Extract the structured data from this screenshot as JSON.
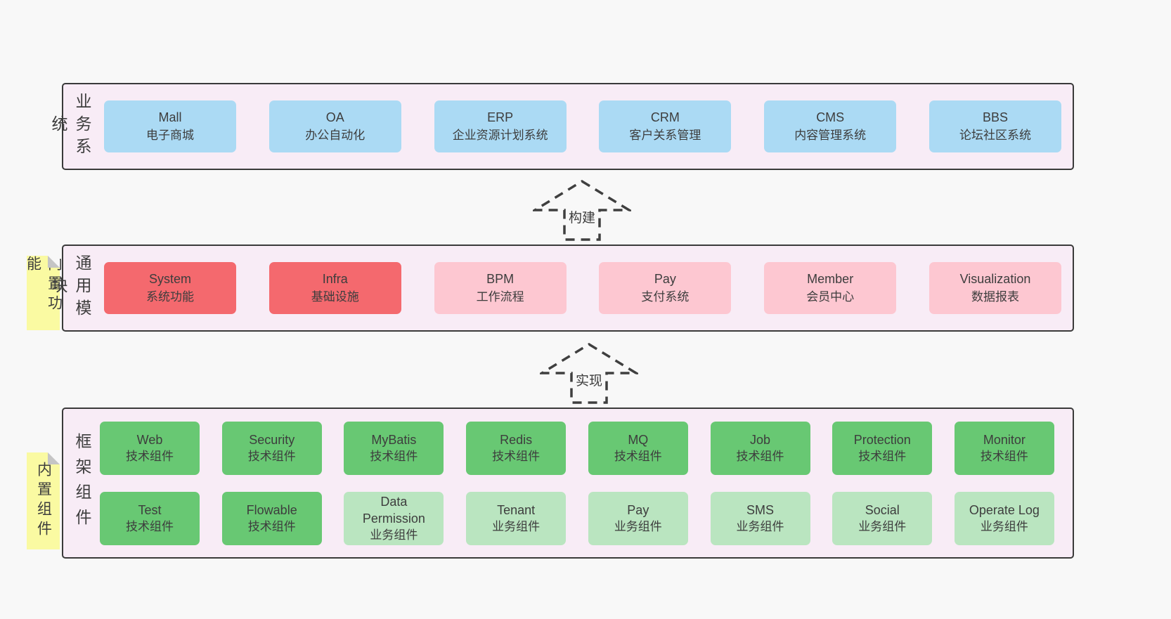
{
  "palette": {
    "page_bg": "#f8f8f8",
    "band_bg": "#f8ecf6",
    "band_border": "#3a3a3a",
    "blue_box": "#abdaf4",
    "red_box": "#f4696e",
    "pink_box": "#fdc7d1",
    "green_box": "#68c873",
    "light_green_box": "#bae5c0",
    "note_yellow": "#fafaa2",
    "text": "#3d3d3d"
  },
  "arrows": [
    {
      "label": "构建"
    },
    {
      "label": "实现"
    }
  ],
  "bands": [
    {
      "label": "业务系统",
      "boxes": [
        {
          "title": "Mall",
          "subtitle": "电子商城"
        },
        {
          "title": "OA",
          "subtitle": "办公自动化"
        },
        {
          "title": "ERP",
          "subtitle": "企业资源计划系统"
        },
        {
          "title": "CRM",
          "subtitle": "客户关系管理"
        },
        {
          "title": "CMS",
          "subtitle": "内容管理系统"
        },
        {
          "title": "BBS",
          "subtitle": "论坛社区系统"
        }
      ]
    },
    {
      "label": "通用模块",
      "note": "内置功能",
      "boxes": [
        {
          "title": "System",
          "subtitle": "系统功能"
        },
        {
          "title": "Infra",
          "subtitle": "基础设施"
        },
        {
          "title": "BPM",
          "subtitle": "工作流程"
        },
        {
          "title": "Pay",
          "subtitle": "支付系统"
        },
        {
          "title": "Member",
          "subtitle": "会员中心"
        },
        {
          "title": "Visualization",
          "subtitle": "数据报表"
        }
      ]
    },
    {
      "label": "框架组件",
      "note": "内置组件",
      "rows": [
        [
          {
            "title": "Web",
            "subtitle": "技术组件"
          },
          {
            "title": "Security",
            "subtitle": "技术组件"
          },
          {
            "title": "MyBatis",
            "subtitle": "技术组件"
          },
          {
            "title": "Redis",
            "subtitle": "技术组件"
          },
          {
            "title": "MQ",
            "subtitle": "技术组件"
          },
          {
            "title": "Job",
            "subtitle": "技术组件"
          },
          {
            "title": "Protection",
            "subtitle": "技术组件"
          },
          {
            "title": "Monitor",
            "subtitle": "技术组件"
          }
        ],
        [
          {
            "title": "Test",
            "subtitle": "技术组件"
          },
          {
            "title": "Flowable",
            "subtitle": "技术组件"
          },
          {
            "title": "Data Permission",
            "subtitle": "业务组件"
          },
          {
            "title": "Tenant",
            "subtitle": "业务组件"
          },
          {
            "title": "Pay",
            "subtitle": "业务组件"
          },
          {
            "title": "SMS",
            "subtitle": "业务组件"
          },
          {
            "title": "Social",
            "subtitle": "业务组件"
          },
          {
            "title": "Operate Log",
            "subtitle": "业务组件"
          }
        ]
      ]
    }
  ]
}
